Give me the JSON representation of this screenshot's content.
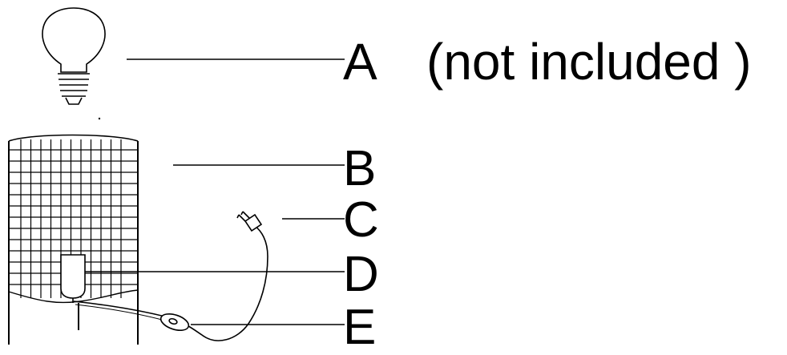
{
  "parts": [
    {
      "key": "a",
      "letter": "A",
      "note": "(not included )",
      "icon": "light-bulb-icon"
    },
    {
      "key": "b",
      "letter": "B",
      "icon": "lamp-shade-grid"
    },
    {
      "key": "c",
      "letter": "C",
      "icon": "power-plug-icon"
    },
    {
      "key": "d",
      "letter": "D",
      "icon": "bulb-socket"
    },
    {
      "key": "e",
      "letter": "E",
      "icon": "inline-switch"
    }
  ],
  "colors": {
    "line": "#000000",
    "background": "#ffffff"
  }
}
